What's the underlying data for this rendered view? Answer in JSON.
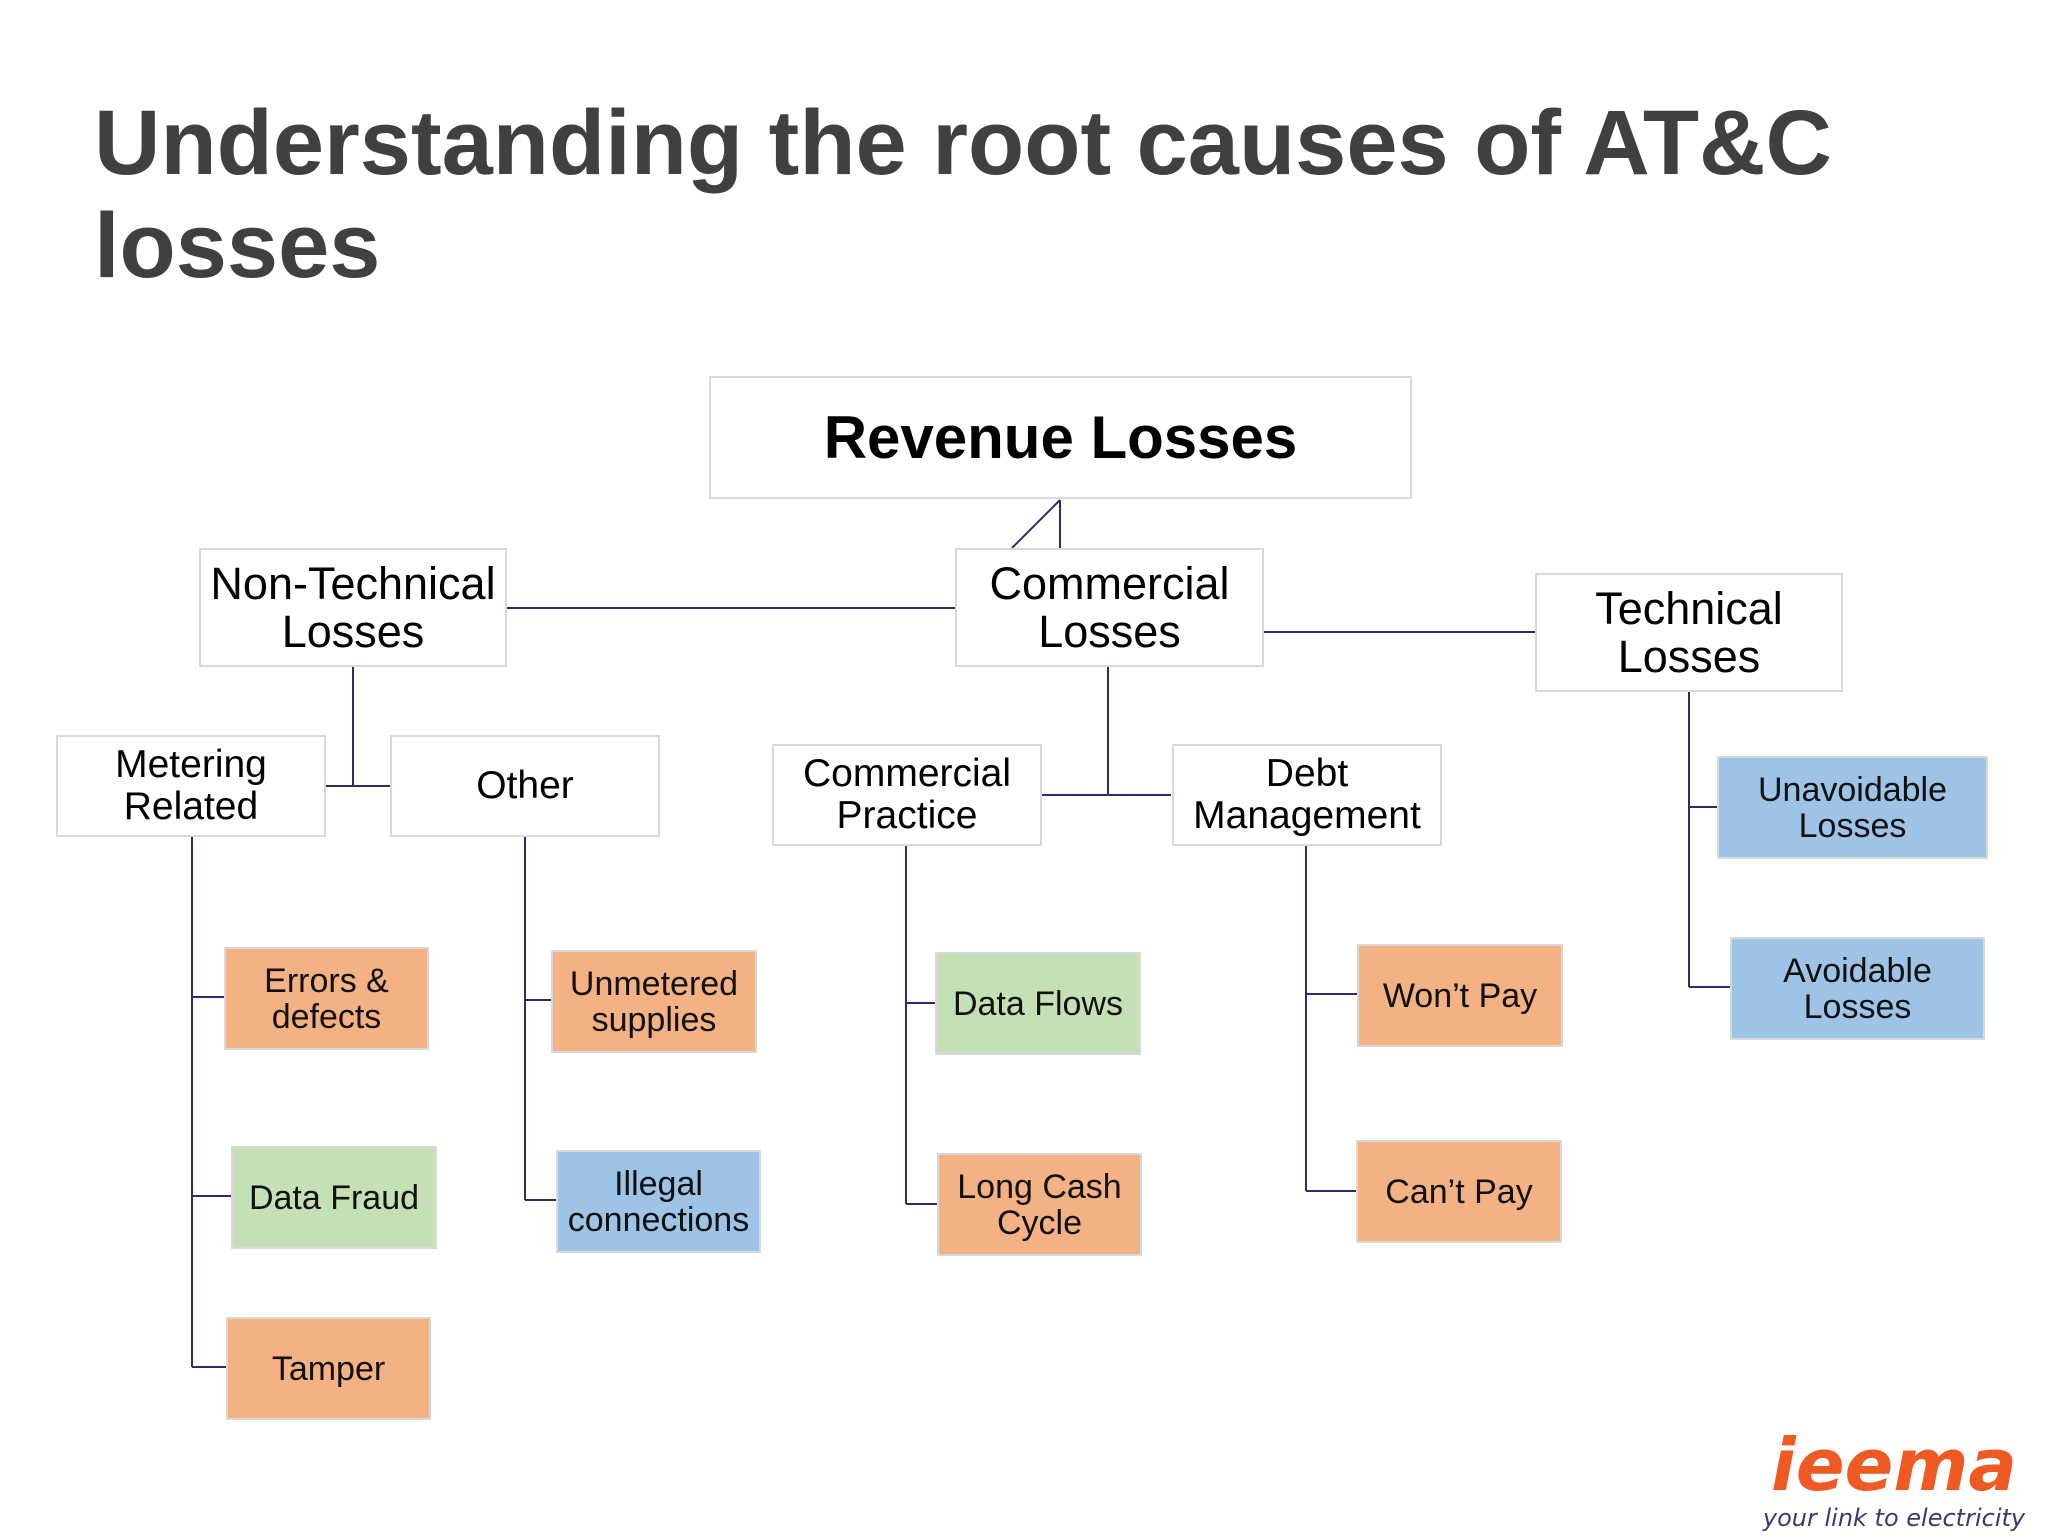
{
  "title": "Understanding the root causes of AT&C losses",
  "diagram": {
    "root": "Revenue Losses",
    "level1": {
      "non_technical": "Non-Technical\nLosses",
      "commercial": "Commercial\nLosses",
      "technical": "Technical\nLosses"
    },
    "level2": {
      "metering_related": "Metering\nRelated",
      "other": "Other",
      "commercial_practice": "Commercial\nPractice",
      "debt_management": "Debt\nManagement"
    },
    "leaves": {
      "errors_defects": "Errors &\ndefects",
      "data_fraud": "Data Fraud",
      "tamper": "Tamper",
      "unmetered_supplies": "Unmetered\nsupplies",
      "illegal_connections": "Illegal\nconnections",
      "data_flows": "Data Flows",
      "long_cash_cycle": "Long Cash\nCycle",
      "wont_pay": "Won’t  Pay",
      "cant_pay": "Can’t Pay",
      "unavoidable_losses": "Unavoidable\nLosses",
      "avoidable_losses": "Avoidable\nLosses"
    },
    "colors": {
      "orange": "#f4b183",
      "green": "#c5e0b4",
      "blue": "#9dc3e6",
      "connector": "#2f2a6e",
      "title": "#404040"
    }
  },
  "logo": {
    "wordmark": "ieema",
    "tagline": "your link to electricity",
    "colors": {
      "wordmark": "#ef5a24",
      "tagline_your_link": "#3b3b6b",
      "tagline_electricity": "#ef5a24"
    }
  }
}
